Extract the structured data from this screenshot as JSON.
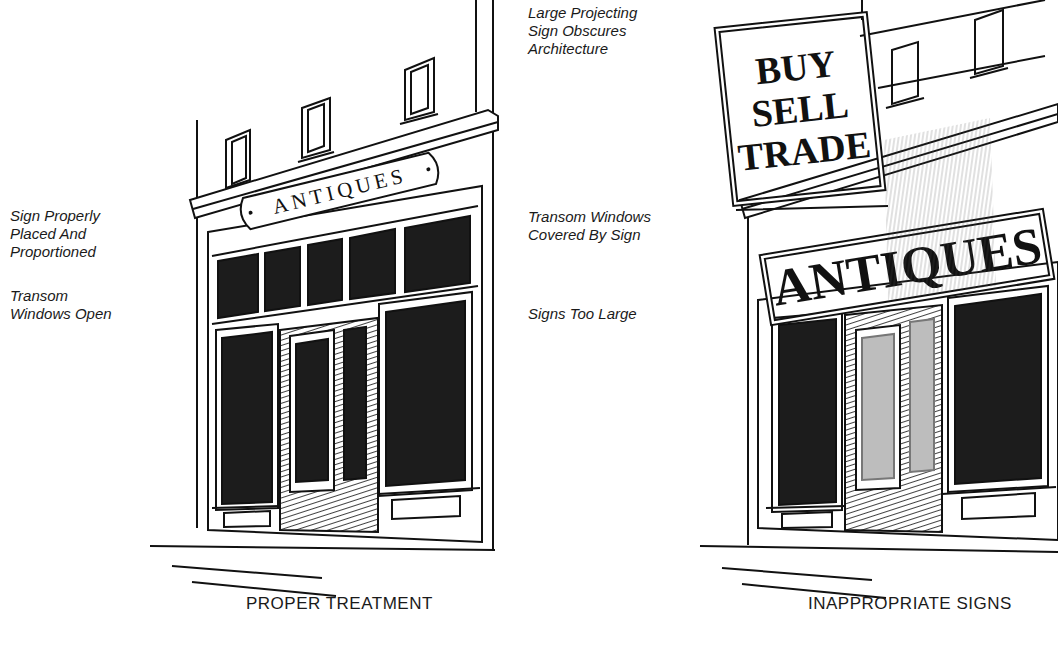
{
  "diagram": {
    "nodes": [
      {
        "text": [
          "ANTIQUES"
        ]
      },
      {
        "text": [
          "BUY SELL TRADE"
        ]
      },
      {
        "text": [
          "ANTIQUES"
        ]
      }
    ],
    "labels": [
      "Sign Properly Placed And Proportioned",
      "Transom Windows Open",
      "PROPER TREATMENT",
      "Large Projecting Sign Obscures Architecture",
      "Transom Windows Covered By Sign",
      "Signs Too Large",
      "INAPPROPRIATE SIGNS"
    ]
  }
}
